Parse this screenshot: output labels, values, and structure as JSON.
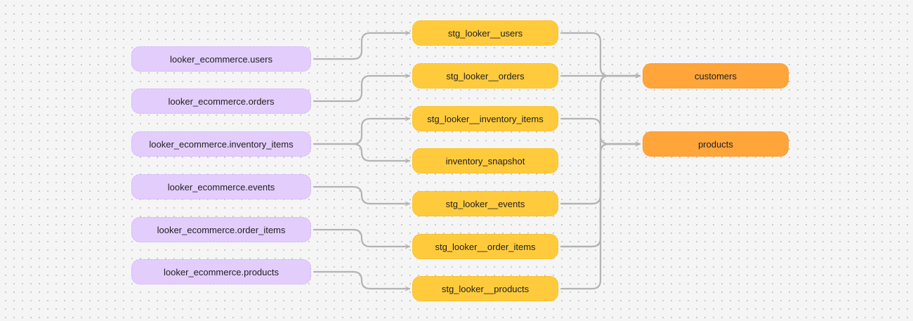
{
  "colors": {
    "source": "#e3cdfc",
    "staging": "#ffcb3d",
    "mart": "#ffa53a",
    "edge": "#b3b3b3"
  },
  "sources": [
    {
      "id": "src_users",
      "label": "looker_ecommerce.users"
    },
    {
      "id": "src_orders",
      "label": "looker_ecommerce.orders"
    },
    {
      "id": "src_inventory_items",
      "label": "looker_ecommerce.inventory_items"
    },
    {
      "id": "src_events",
      "label": "looker_ecommerce.events"
    },
    {
      "id": "src_order_items",
      "label": "looker_ecommerce.order_items"
    },
    {
      "id": "src_products",
      "label": "looker_ecommerce.products"
    }
  ],
  "staging": [
    {
      "id": "stg_users",
      "label": "stg_looker__users"
    },
    {
      "id": "stg_orders",
      "label": "stg_looker__orders"
    },
    {
      "id": "stg_inventory_items",
      "label": "stg_looker__inventory_items"
    },
    {
      "id": "inventory_snapshot",
      "label": "inventory_snapshot"
    },
    {
      "id": "stg_events",
      "label": "stg_looker__events"
    },
    {
      "id": "stg_order_items",
      "label": "stg_looker__order_items"
    },
    {
      "id": "stg_products",
      "label": "stg_looker__products"
    }
  ],
  "marts": [
    {
      "id": "customers",
      "label": "customers"
    },
    {
      "id": "products",
      "label": "products"
    }
  ],
  "edges": [
    [
      "src_users",
      "stg_users"
    ],
    [
      "src_orders",
      "stg_orders"
    ],
    [
      "src_inventory_items",
      "stg_inventory_items"
    ],
    [
      "src_inventory_items",
      "inventory_snapshot"
    ],
    [
      "src_events",
      "stg_events"
    ],
    [
      "src_order_items",
      "stg_order_items"
    ],
    [
      "src_products",
      "stg_products"
    ],
    [
      "stg_users",
      "customers"
    ],
    [
      "stg_orders",
      "customers"
    ],
    [
      "stg_events",
      "customers"
    ],
    [
      "stg_order_items",
      "customers"
    ],
    [
      "stg_inventory_items",
      "products"
    ],
    [
      "stg_events",
      "products"
    ],
    [
      "stg_order_items",
      "products"
    ],
    [
      "stg_products",
      "products"
    ]
  ]
}
